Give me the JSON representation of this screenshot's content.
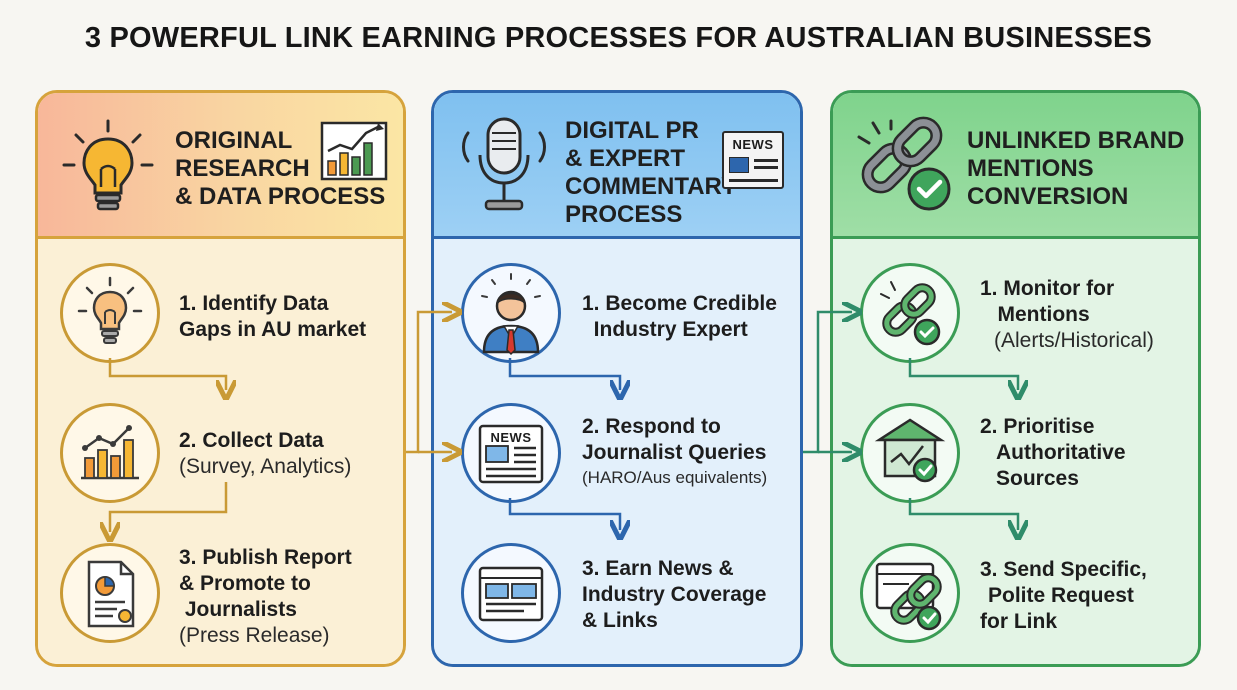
{
  "title": "3 POWERFUL LINK EARNING PROCESSES FOR AUSTRALIAN BUSINESSES",
  "columns": [
    {
      "heading": [
        "ORIGINAL",
        "RESEARCH",
        "& DATA PROCESS"
      ],
      "steps": [
        {
          "main": [
            "1. Identify Data",
            "Gaps in AU market"
          ],
          "sub": []
        },
        {
          "main": [
            "2. Collect Data"
          ],
          "sub": [
            "(Survey, Analytics)"
          ]
        },
        {
          "main": [
            "3. Publish Report",
            "& Promote to",
            " Journalists"
          ],
          "sub": [
            "(Press Release)"
          ]
        }
      ]
    },
    {
      "heading": [
        "DIGITAL PR",
        "& EXPERT",
        "COMMENTARY",
        "PROCESS"
      ],
      "badge": "NEWS",
      "steps": [
        {
          "main": [
            "1. Become Credible",
            "  Industry Expert"
          ],
          "sub": []
        },
        {
          "main": [
            "2. Respond to",
            "Journalist Queries"
          ],
          "sub": [
            "(HARO/Aus equivalents)"
          ]
        },
        {
          "main": [
            "3. Earn News &",
            "Industry Coverage",
            "& Links"
          ],
          "sub": []
        }
      ],
      "step_badge": "NEWS"
    },
    {
      "heading": [
        "UNLINKED BRAND",
        "MENTIONS",
        "CONVERSION"
      ],
      "steps": [
        {
          "main": [
            "1. Monitor for",
            "   Mentions"
          ],
          "sub": [
            "(Alerts/Historical)"
          ]
        },
        {
          "main": [
            "2. Prioritise",
            "Authoritative",
            "Sources"
          ],
          "sub": []
        },
        {
          "main": [
            "3. Send Specific,",
            "Polite Request",
            "for Link"
          ],
          "sub": []
        }
      ]
    }
  ],
  "colors": {
    "orange_border": "#d6a33c",
    "blue_border": "#2d66ad",
    "green_border": "#3b9c55",
    "arrow_orange": "#c99a35",
    "arrow_blue": "#2d66ad",
    "arrow_green": "#2f8c6a"
  },
  "icons": [
    "lightbulb-icon",
    "bar-chart-icon",
    "microphone-icon",
    "newspaper-icon",
    "chain-link-icon",
    "checkmark-icon",
    "person-icon",
    "report-document-icon",
    "webpage-icon",
    "house-icon"
  ]
}
